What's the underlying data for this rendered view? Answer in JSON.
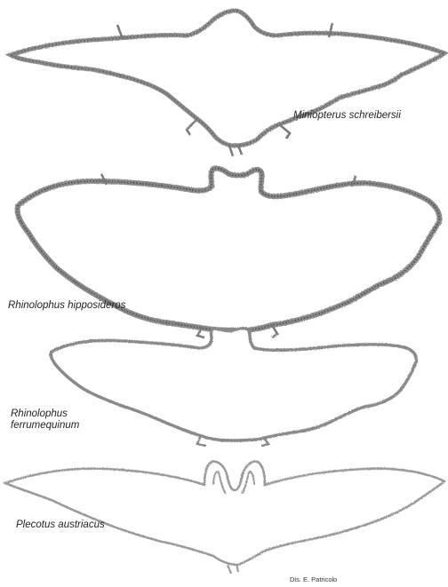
{
  "figure": {
    "species": [
      {
        "line1": "Miniopterus schreibersii",
        "line2": ""
      },
      {
        "line1": "Rhinolophus hipposideros",
        "line2": ""
      },
      {
        "line1": "Rhinolophus",
        "line2": "ferrumequinum"
      },
      {
        "line1": "Plecotus austriacus",
        "line2": ""
      }
    ],
    "credit": "Dis. E. Patricolo",
    "colors": {
      "outline": "#8a8a8a",
      "stipple": "#6a6a6a",
      "fill": "#ffffff"
    }
  }
}
